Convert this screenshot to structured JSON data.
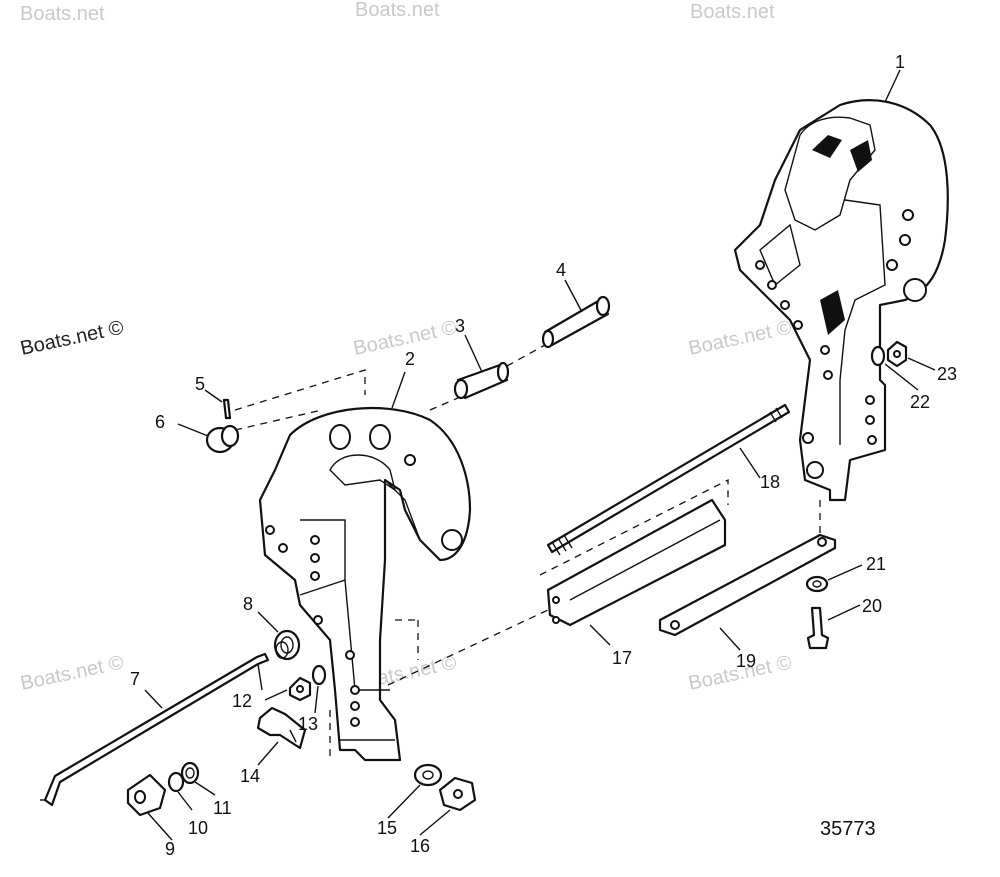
{
  "watermark": {
    "text": "Boats.net ©",
    "text_short": "Boats.net"
  },
  "diagram_number": "35773",
  "callouts": [
    {
      "id": "1",
      "label": "1"
    },
    {
      "id": "2",
      "label": "2"
    },
    {
      "id": "3",
      "label": "3"
    },
    {
      "id": "4",
      "label": "4"
    },
    {
      "id": "5",
      "label": "5"
    },
    {
      "id": "6",
      "label": "6"
    },
    {
      "id": "7",
      "label": "7"
    },
    {
      "id": "8",
      "label": "8"
    },
    {
      "id": "9",
      "label": "9"
    },
    {
      "id": "10",
      "label": "10"
    },
    {
      "id": "11",
      "label": "11"
    },
    {
      "id": "12",
      "label": "12"
    },
    {
      "id": "13",
      "label": "13"
    },
    {
      "id": "14",
      "label": "14"
    },
    {
      "id": "15",
      "label": "15"
    },
    {
      "id": "16",
      "label": "16"
    },
    {
      "id": "17",
      "label": "17"
    },
    {
      "id": "18",
      "label": "18"
    },
    {
      "id": "19",
      "label": "19"
    },
    {
      "id": "20",
      "label": "20"
    },
    {
      "id": "21",
      "label": "21"
    },
    {
      "id": "22",
      "label": "22"
    },
    {
      "id": "23",
      "label": "23"
    }
  ]
}
